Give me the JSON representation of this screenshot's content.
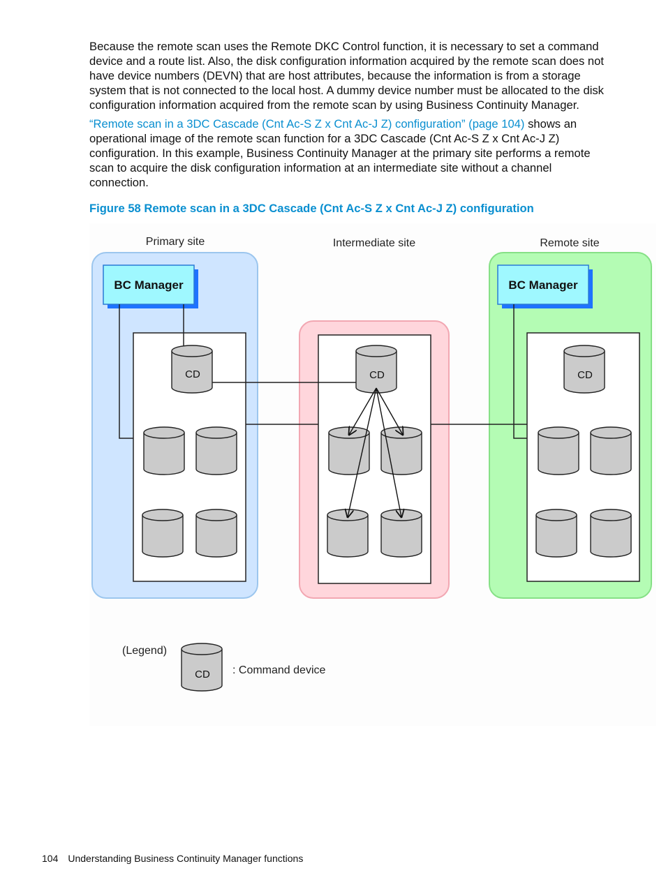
{
  "body": {
    "paragraph_1": "Because the remote scan uses the Remote DKC Control function, it is necessary to set a command device and a route list. Also, the disk configuration information acquired by the remote scan does not have device numbers (DEVN) that are host attributes, because the information is from a storage system that is not connected to the local host. A dummy device number must be allocated to the disk configuration information acquired from the remote scan by using Business Continuity Manager.",
    "paragraph_2_link": "“Remote scan in a 3DC Cascade (Cnt Ac-S Z x Cnt Ac-J Z) configuration” (page 104)",
    "paragraph_2_text": " shows an operational image of the remote scan function for a 3DC Cascade (Cnt Ac-S Z x Cnt Ac-J Z) configuration. In this example, Business Continuity Manager at the primary site performs a remote scan to acquire the disk configuration information at an intermediate site without a channel connection."
  },
  "figure": {
    "caption": "Figure 58 Remote scan in a 3DC Cascade (Cnt Ac-S Z x Cnt Ac-J Z) configuration",
    "sites": {
      "primary": "Primary site",
      "intermediate": "Intermediate site",
      "remote": "Remote site"
    },
    "bc_manager_label": "BC Manager",
    "cd_label": "CD",
    "legend": {
      "title": "(Legend)",
      "cd_label": "CD",
      "description": ": Command device"
    },
    "colors": {
      "primary_site_fill": "#cfe5ff",
      "primary_site_stroke": "#9cc6ee",
      "intermediate_site_fill": "#ffd6dc",
      "intermediate_site_stroke": "#f2a7b2",
      "remote_site_fill": "#b4fcb4",
      "remote_site_stroke": "#86e086",
      "bc_manager_fill": "#9ff8ff",
      "bc_manager_shadow": "#1e73ff",
      "disk_fill": "#cbcbcb",
      "link_color": "#0a8fd0"
    }
  },
  "footer": {
    "page_number": "104",
    "section_title": "Understanding Business Continuity Manager functions"
  }
}
